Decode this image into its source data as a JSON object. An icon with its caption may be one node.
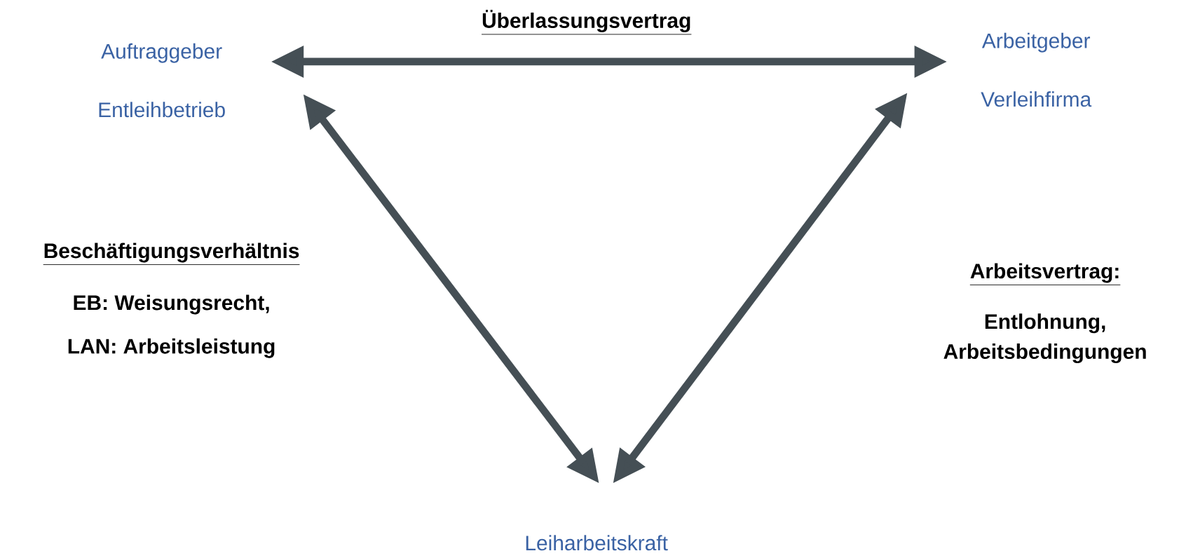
{
  "diagram": {
    "nodes": [
      {
        "text": [
          "Auftraggeber",
          "Entleihbetrieb"
        ]
      },
      {
        "text": [
          "Arbeitgeber",
          "Verleihfirma"
        ]
      },
      {
        "text": [
          "Leiharbeitskraft"
        ]
      }
    ],
    "edges": [
      {
        "from": 0,
        "to": 1,
        "arrow": "both",
        "label": "Überlassungsvertrag"
      },
      {
        "from": 0,
        "to": 2,
        "arrow": "both"
      },
      {
        "from": 1,
        "to": 2,
        "arrow": "both"
      }
    ],
    "labels": [
      "Beschäftigungsverhältnis",
      "EB: Weisungsrecht,",
      "LAN: Arbeitsleistung",
      "Arbeitsvertrag:",
      "Entlohnung, Arbeitsbedingungen"
    ]
  }
}
